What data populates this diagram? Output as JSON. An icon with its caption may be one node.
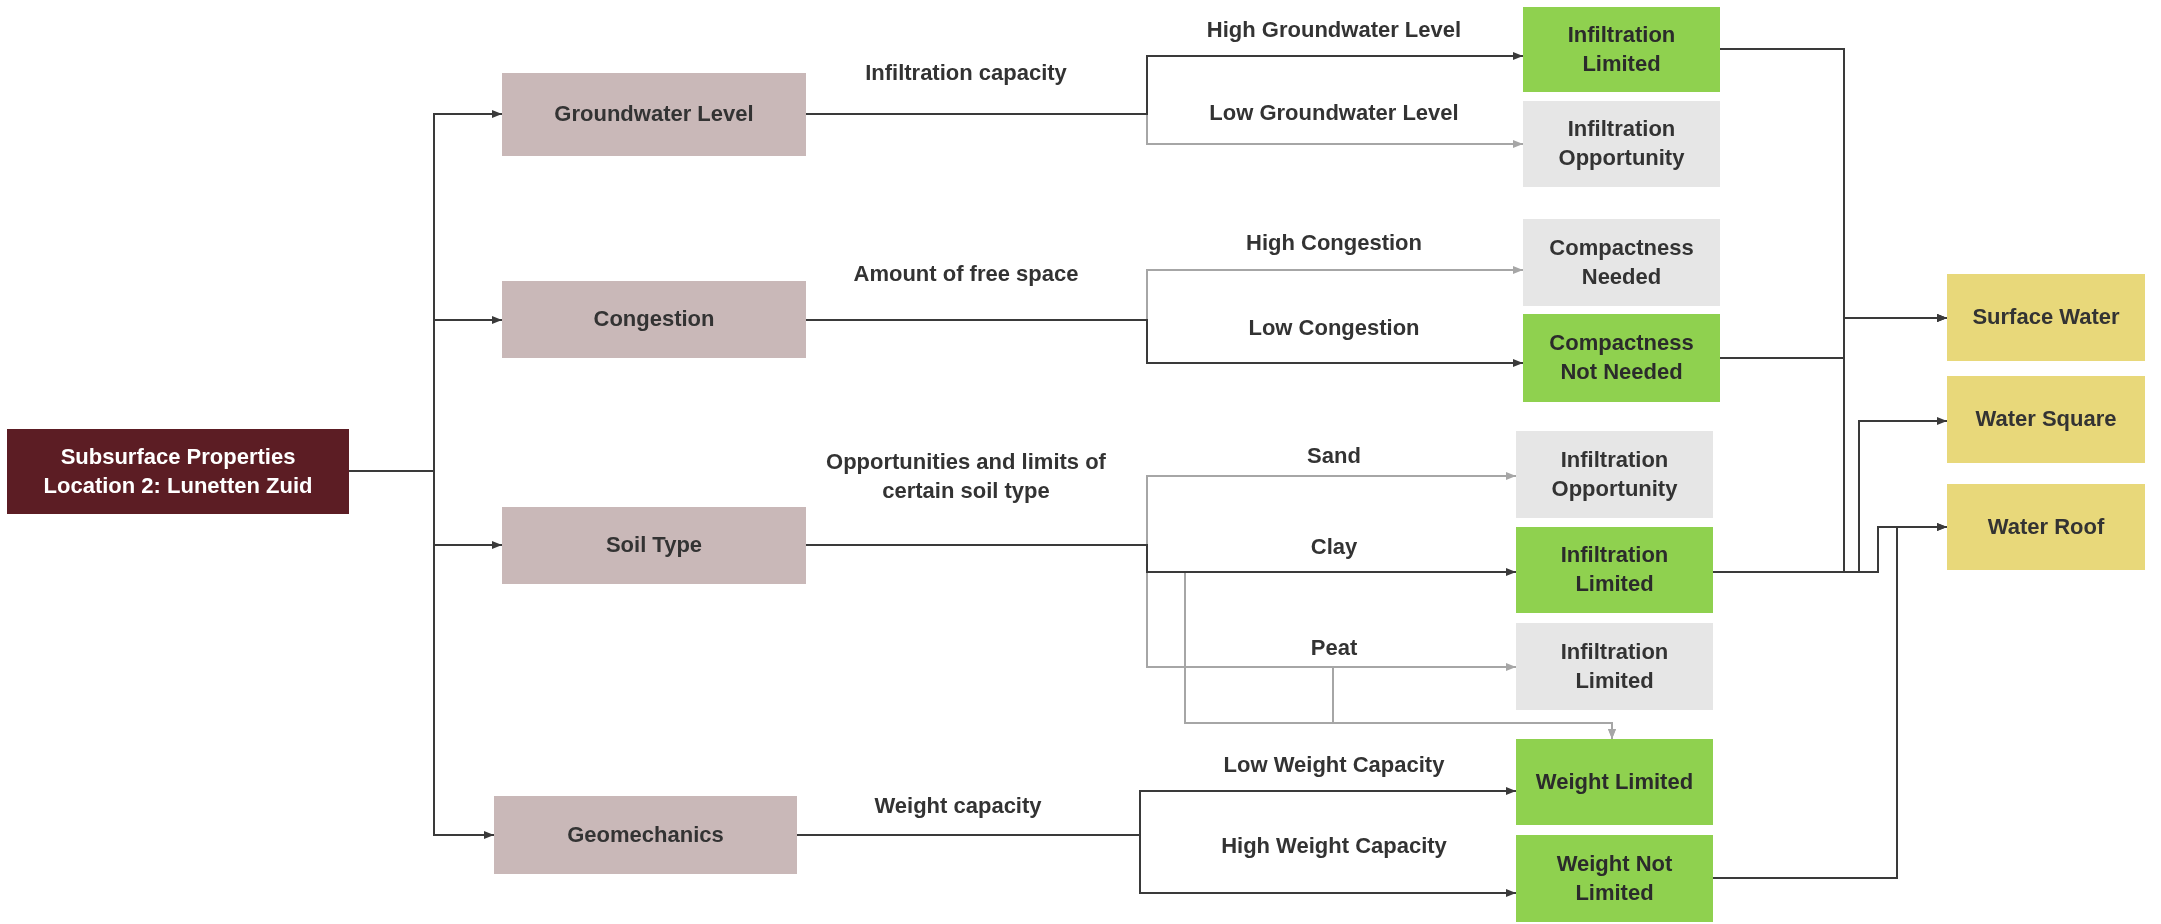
{
  "diagram": {
    "nodes": [
      {
        "text": [
          "Subsurface Properties Location 2: Lunetten Zuid"
        ]
      },
      {
        "text": [
          "Groundwater Level"
        ]
      },
      {
        "text": [
          "Congestion"
        ]
      },
      {
        "text": [
          "Soil Type"
        ]
      },
      {
        "text": [
          "Geomechanics"
        ]
      },
      {
        "text": [
          "Infiltration Limited"
        ]
      },
      {
        "text": [
          "Infiltration Opportunity"
        ]
      },
      {
        "text": [
          "Compactness Needed"
        ]
      },
      {
        "text": [
          "Compactness Not Needed"
        ]
      },
      {
        "text": [
          "Infiltration Opportunity"
        ]
      },
      {
        "text": [
          "Infiltration Limited"
        ]
      },
      {
        "text": [
          "Infiltration Limited"
        ]
      },
      {
        "text": [
          "Weight Limited"
        ]
      },
      {
        "text": [
          "Weight Not Limited"
        ]
      },
      {
        "text": [
          "Surface Water"
        ]
      },
      {
        "text": [
          "Water Square"
        ]
      },
      {
        "text": [
          "Water Roof"
        ]
      }
    ],
    "edges": [
      {
        "from": 0,
        "to": 1,
        "arrow": "to"
      },
      {
        "from": 0,
        "to": 2,
        "arrow": "to"
      },
      {
        "from": 0,
        "to": 3,
        "arrow": "to"
      },
      {
        "from": 0,
        "to": 4,
        "arrow": "to"
      },
      {
        "from": 1,
        "to": 5,
        "arrow": "to",
        "label": "High Groundwater Level"
      },
      {
        "from": 1,
        "to": 6,
        "arrow": "to",
        "label": "Low Groundwater Level",
        "color": "#a6a6a6"
      },
      {
        "from": 2,
        "to": 7,
        "arrow": "to",
        "label": "High Congestion",
        "color": "#a6a6a6"
      },
      {
        "from": 2,
        "to": 8,
        "arrow": "to",
        "label": "Low Congestion"
      },
      {
        "from": 3,
        "to": 9,
        "arrow": "to",
        "label": "Sand",
        "color": "#a6a6a6"
      },
      {
        "from": 3,
        "to": 10,
        "arrow": "to",
        "label": "Clay"
      },
      {
        "from": 3,
        "to": 11,
        "arrow": "to",
        "label": "Peat",
        "color": "#a6a6a6"
      },
      {
        "from": 3,
        "to": 12,
        "arrow": "to",
        "color": "#a6a6a6"
      },
      {
        "from": 3,
        "to": 12,
        "arrow": "to",
        "color": "#a6a6a6"
      },
      {
        "from": 4,
        "to": 12,
        "arrow": "to",
        "label": "Low Weight Capacity"
      },
      {
        "from": 4,
        "to": 13,
        "arrow": "to",
        "label": "High Weight Capacity"
      },
      {
        "from": 5,
        "to": 14,
        "arrow": "to"
      },
      {
        "from": 8,
        "to": 14,
        "arrow": "to"
      },
      {
        "from": 10,
        "to": 14,
        "arrow": "to"
      },
      {
        "from": 10,
        "to": 15,
        "arrow": "to"
      },
      {
        "from": 10,
        "to": 16,
        "arrow": "to"
      },
      {
        "from": 13,
        "to": 16,
        "arrow": "to"
      }
    ],
    "labels": [
      "Infiltration capacity",
      "Amount of free space",
      "Opportunities and limits of certain soil type",
      "Weight capacity"
    ]
  }
}
